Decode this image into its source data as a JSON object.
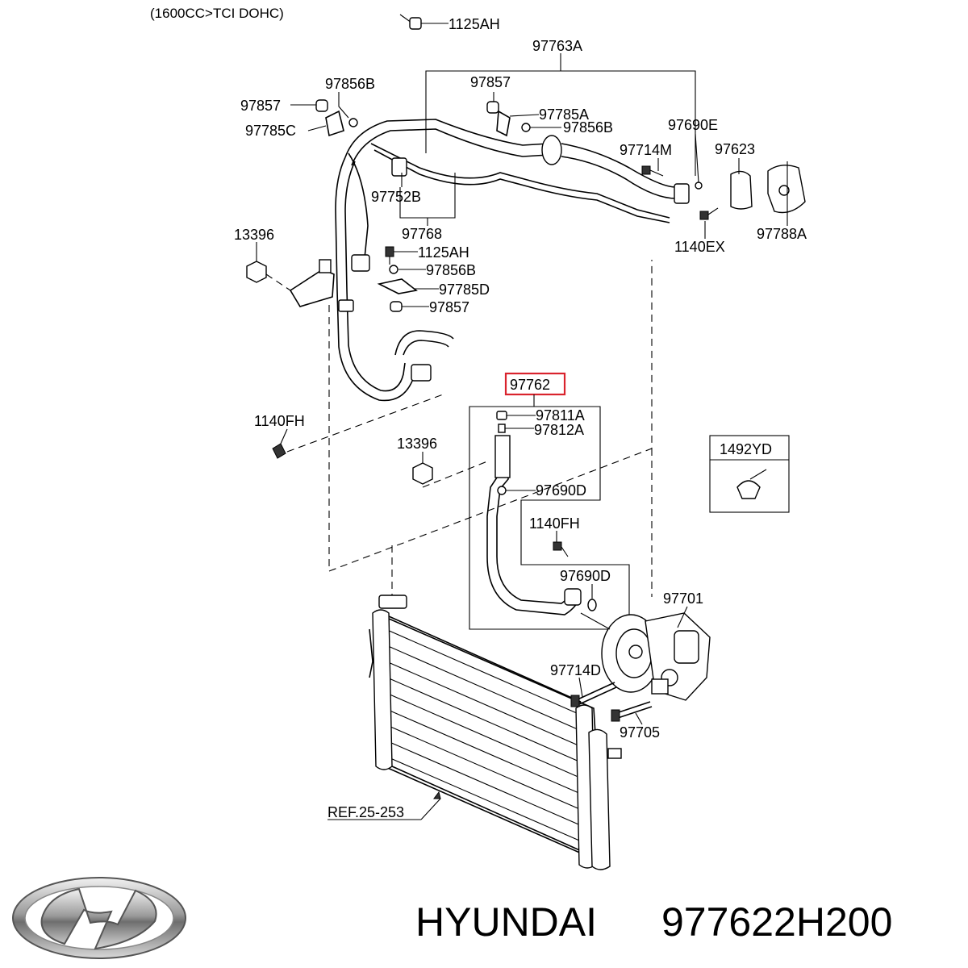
{
  "header": {
    "engine_note": "(1600CC>TCI DOHC)"
  },
  "callouts": {
    "c_1125AH_top": "1125AH",
    "c_97763A": "97763A",
    "c_97856B_left": "97856B",
    "c_97857_left": "97857",
    "c_97785C": "97785C",
    "c_97857_mid": "97857",
    "c_97785A": "97785A",
    "c_97856B_mid": "97856B",
    "c_97690E": "97690E",
    "c_97714M": "97714M",
    "c_97623": "97623",
    "c_97752B": "97752B",
    "c_97768": "97768",
    "c_1140EX": "1140EX",
    "c_97788A": "97788A",
    "c_13396_top": "13396",
    "c_1125AH_mid": "1125AH",
    "c_97856B_low": "97856B",
    "c_97785D": "97785D",
    "c_97857_low": "97857",
    "c_97762": "97762",
    "c_97811A": "97811A",
    "c_97812A": "97812A",
    "c_1140FH_left": "1140FH",
    "c_13396_low": "13396",
    "c_1492YD": "1492YD",
    "c_97690D_top": "97690D",
    "c_1140FH_box": "1140FH",
    "c_97690D_low": "97690D",
    "c_97701": "97701",
    "c_97714D": "97714D",
    "c_97705": "97705",
    "c_ref": "REF.25-253"
  },
  "highlight_color": "#d9232d",
  "footer": {
    "brand_logo": "hyundai-logo-icon",
    "brand": "HYUNDAI",
    "part_number": "977622H200"
  }
}
